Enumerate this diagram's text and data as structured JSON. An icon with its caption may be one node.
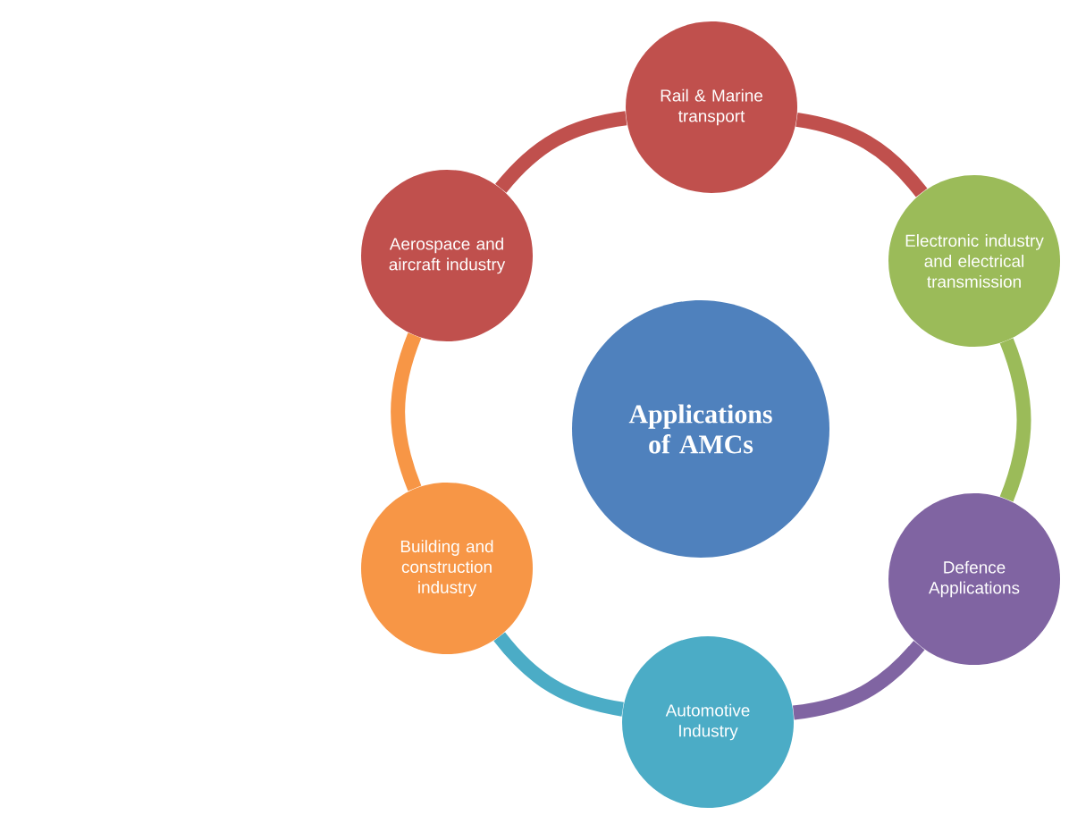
{
  "diagram": {
    "nodes": [
      {
        "text": [
          "Applications of AMCs"
        ]
      },
      {
        "text": [
          "Rail & Marine transport"
        ]
      },
      {
        "text": [
          "Electronic industry and electrical transmission"
        ]
      },
      {
        "text": [
          "Defence Applications"
        ]
      },
      {
        "text": [
          "Automotive Industry"
        ]
      },
      {
        "text": [
          "Building and construction industry"
        ]
      },
      {
        "text": [
          "Aerospace and aircraft industry"
        ]
      }
    ],
    "edges": [
      {
        "from": 1,
        "to": 2,
        "arrow": "none",
        "color": "#c0504d"
      },
      {
        "from": 2,
        "to": 3,
        "arrow": "none",
        "color": "#9bbb59"
      },
      {
        "from": 3,
        "to": 4,
        "arrow": "none",
        "color": "#8064a2"
      },
      {
        "from": 4,
        "to": 5,
        "arrow": "none",
        "color": "#4bacc6"
      },
      {
        "from": 5,
        "to": 6,
        "arrow": "none",
        "color": "#f79646"
      },
      {
        "from": 6,
        "to": 1,
        "arrow": "none",
        "color": "#c0504d"
      }
    ]
  }
}
